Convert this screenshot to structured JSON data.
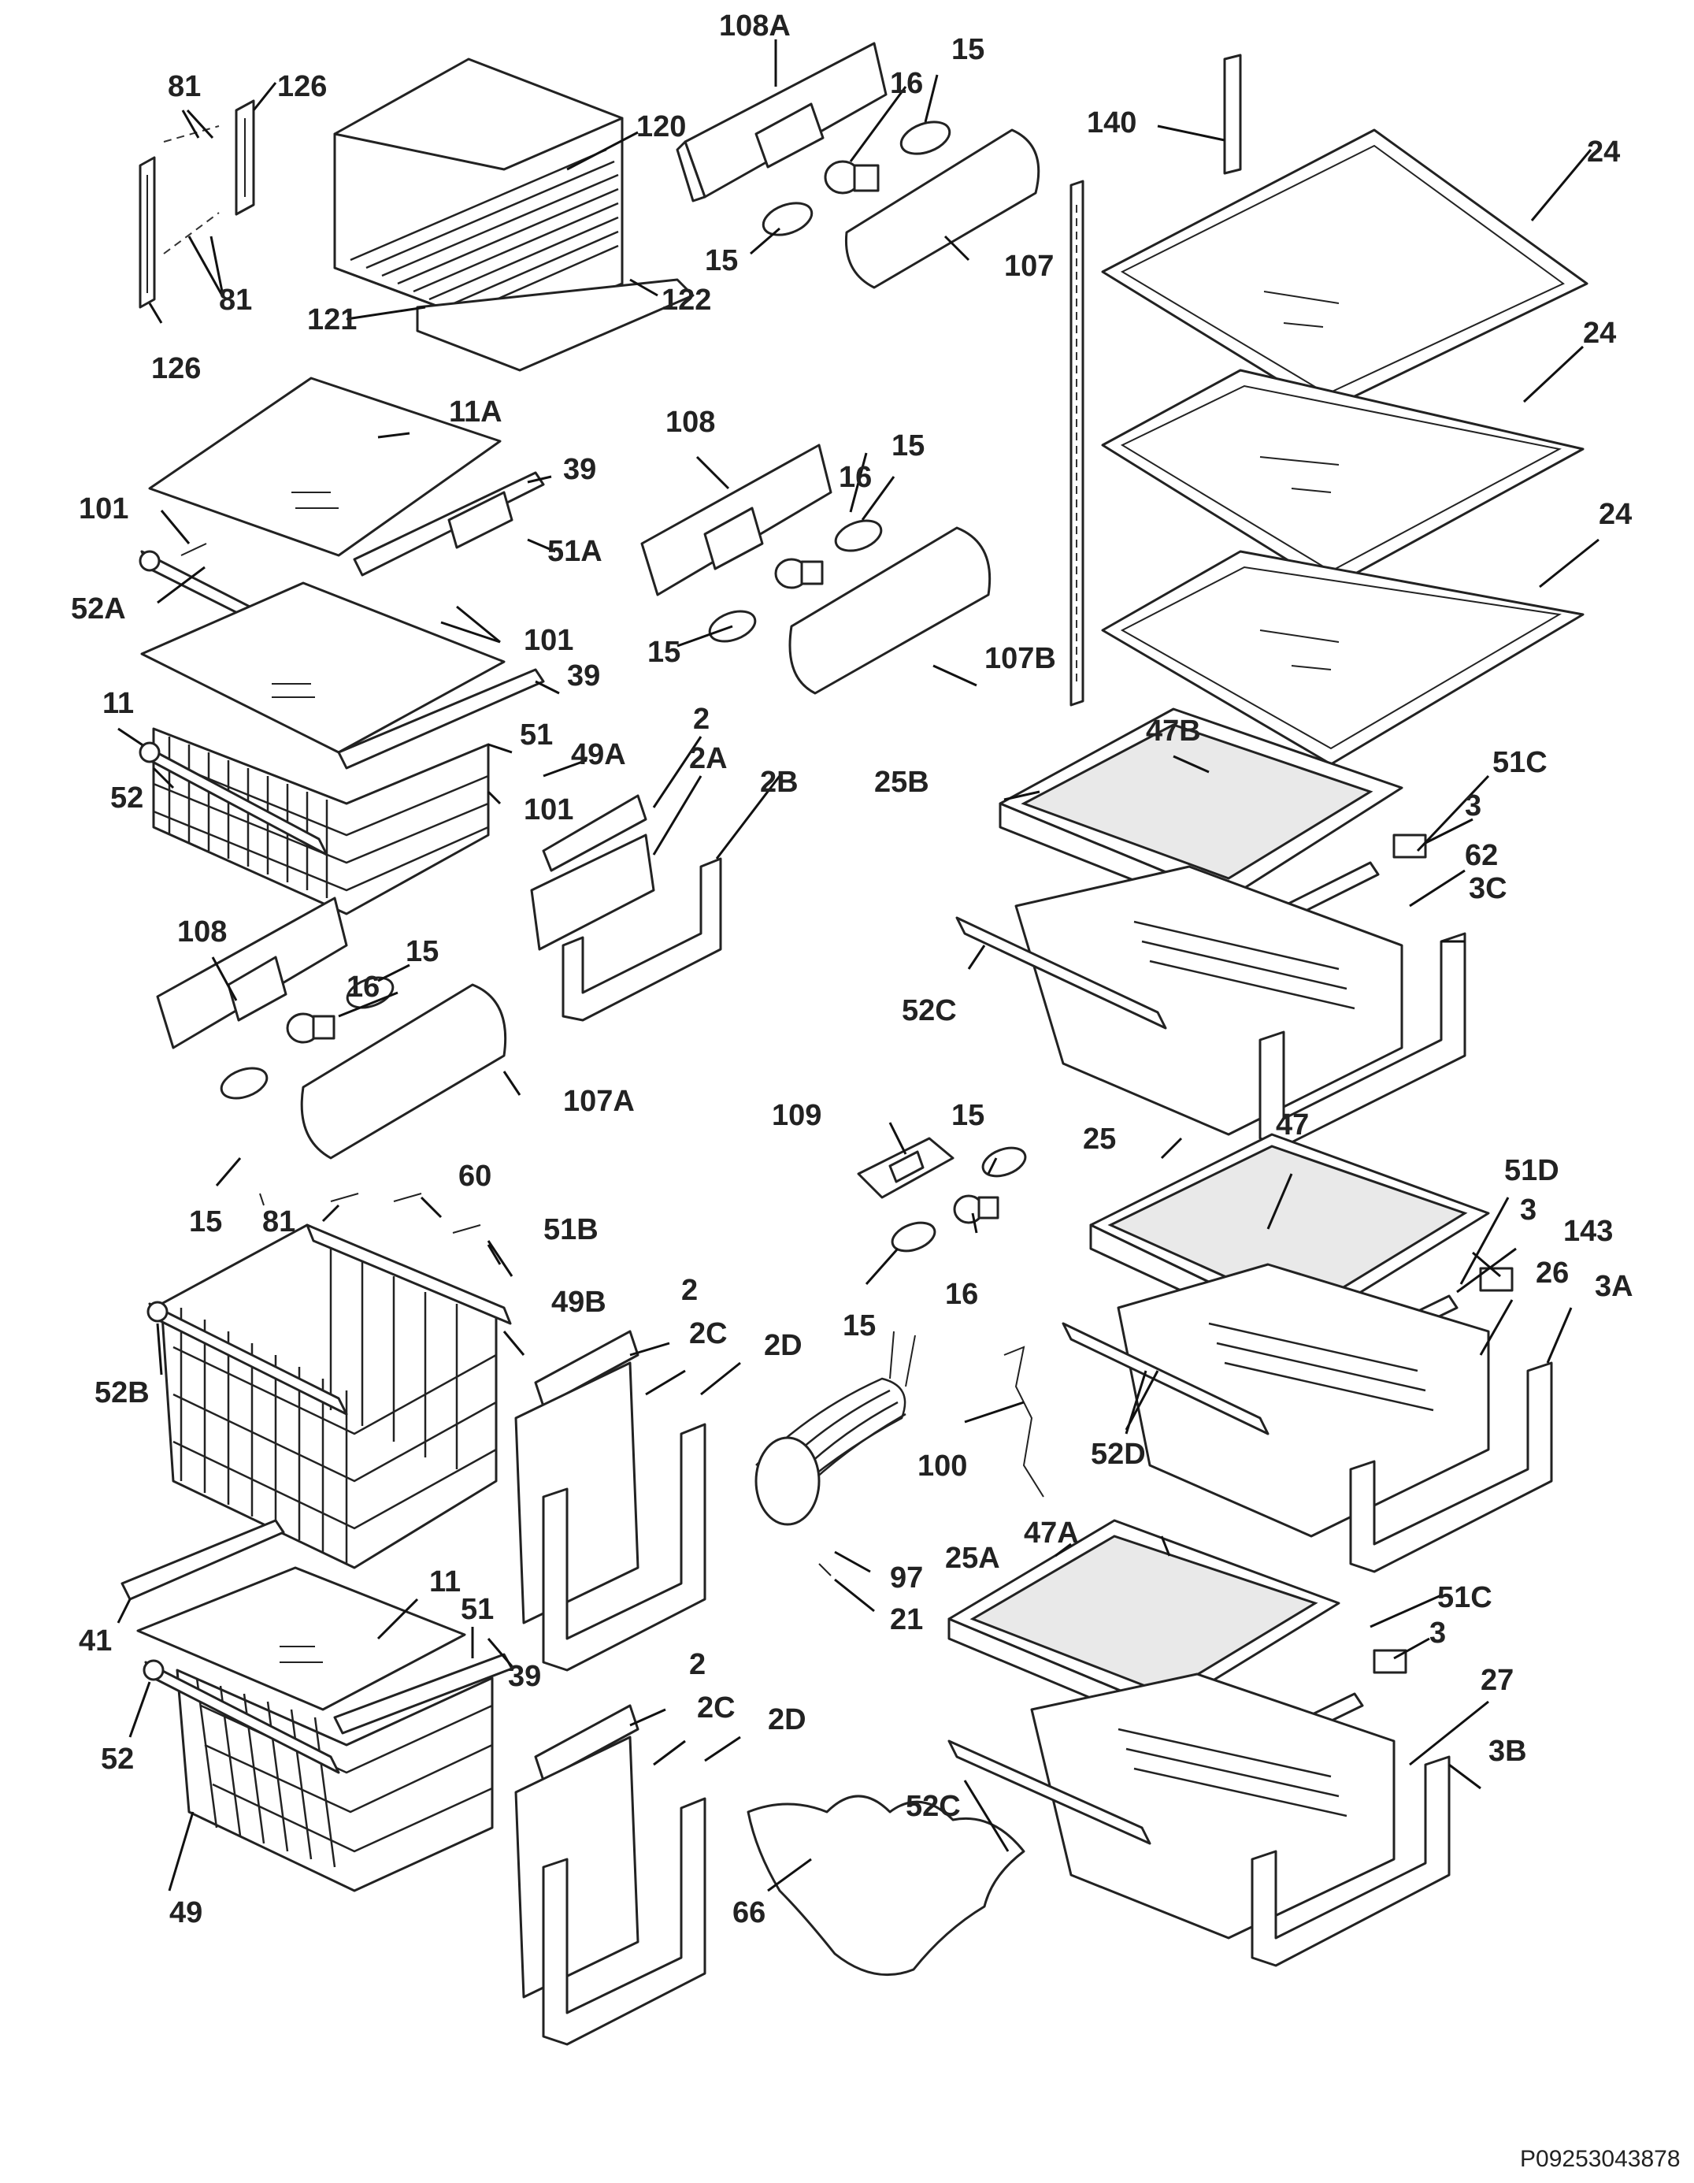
{
  "callouts": [
    "81",
    "126",
    "81",
    "126",
    "120",
    "122",
    "121",
    "108A",
    "16",
    "15",
    "15",
    "107",
    "11A",
    "39",
    "101",
    "51A",
    "52A",
    "101",
    "11",
    "39",
    "51",
    "49A",
    "52",
    "101",
    "108",
    "16",
    "15",
    "15",
    "107B",
    "2",
    "2A",
    "2B",
    "108",
    "16",
    "15",
    "107A",
    "15",
    "81",
    "60",
    "51B",
    "52B",
    "49B",
    "2",
    "2C",
    "2D",
    "109",
    "15",
    "16",
    "15",
    "100",
    "97",
    "21",
    "41",
    "11",
    "51",
    "39",
    "52",
    "49",
    "2",
    "2C",
    "2D",
    "66",
    "140",
    "24",
    "24",
    "24",
    "47B",
    "25B",
    "51C",
    "3",
    "62",
    "3C",
    "52C",
    "25",
    "47",
    "51D",
    "3",
    "143",
    "26",
    "3A",
    "52D",
    "47A",
    "25A",
    "51C",
    "3",
    "27",
    "3B",
    "52C"
  ],
  "document_id": "P09253043878"
}
